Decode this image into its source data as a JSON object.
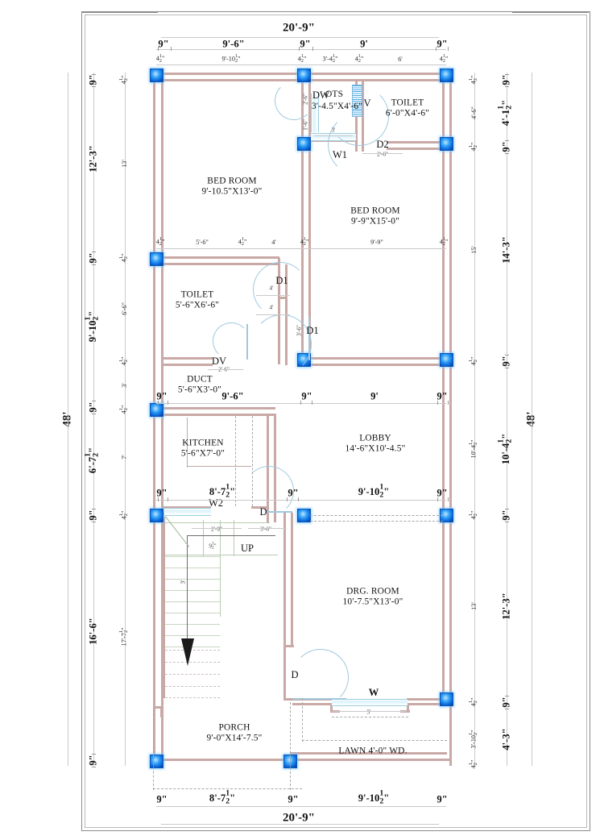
{
  "drawing": {
    "title_overall_width": "20'-9\"",
    "title_overall_depth": "48'"
  },
  "rooms": [
    {
      "id": "bedroom1",
      "name": "BED ROOM",
      "size": "9'-10.5\"X13'-0\""
    },
    {
      "id": "bedroom2",
      "name": "BED ROOM",
      "size": "9'-9\"X15'-0\""
    },
    {
      "id": "toilet1",
      "name": "TOILET",
      "size": "6'-0\"X4'-6\""
    },
    {
      "id": "toilet2",
      "name": "TOILET",
      "size": "5'-6\"X6'-6\""
    },
    {
      "id": "ots",
      "name": "OTS",
      "size": "3'-4.5\"X4'-6\""
    },
    {
      "id": "duct",
      "name": "DUCT",
      "size": "5'-6\"X3'-0\""
    },
    {
      "id": "kitchen",
      "name": "KITCHEN",
      "size": "5'-6\"X7'-0\""
    },
    {
      "id": "lobby",
      "name": "LOBBY",
      "size": "14'-6\"X10'-4.5\""
    },
    {
      "id": "drawing_room",
      "name": "DRG. ROOM",
      "size": "10'-7.5\"X13'-0\""
    },
    {
      "id": "porch",
      "name": "PORCH",
      "size": "9'-0\"X14'-7.5\""
    }
  ],
  "labels": {
    "lawn": "LAWN 4'-0\" WD.",
    "up": "UP",
    "door_dw": "DW",
    "door_d1_a": "D1",
    "door_d1_b": "D1",
    "door_d2": "D2",
    "door_dv": "DV",
    "door_d_kitchen": "D",
    "door_d_drg": "D",
    "window_w1": "W1",
    "window_w2": "W2",
    "window_w": "W",
    "vent_v": "V"
  },
  "inline_dims": {
    "dw_width": "2'-6\"",
    "dw_offset": "1'-6\"",
    "w1_width": "3'",
    "d2_width": "2'-6\"",
    "d1a_width": "4'",
    "d1b_width": "4'",
    "d1b_height": "3'-6\"",
    "dv_width": "2'-6\"",
    "w2_width": "2'-9\"",
    "d_kitchen_width": "3'-6\"",
    "stair_tread": "9½\"",
    "stair_width": "3'",
    "stair_run_arrow": "3'",
    "window_w_width": "5'"
  },
  "dims_top_overall": "20'-9\"",
  "dims_top_row1": [
    "9\"",
    "9'-6\"",
    "9\"",
    "9'",
    "9\""
  ],
  "dims_top_row2": [
    "4½\"",
    "9'-10½\"",
    "4½\"",
    "3'-4½\"",
    "4½\"",
    "6'",
    "4½\""
  ],
  "dims_bottom_row1": [
    "9\"",
    "8'-7½\"",
    "9\"",
    "9'-10½\"",
    "9\""
  ],
  "dims_bottom_overall": "20'-9\"",
  "dims_mid_row_duct": [
    "9\"",
    "9'-6\"",
    "9\"",
    "9'",
    "9\""
  ],
  "dims_mid_row_kitchen": [
    "9\"",
    "8'-7½\"",
    "9\"",
    "9'-10½\"",
    "9\""
  ],
  "dims_mid_row_toilet": [
    "4½\"",
    "5'-6\"",
    "4½\"",
    "4'",
    "4½\"",
    "9'-9\"",
    "4½\""
  ],
  "dims_left_overall": "48'",
  "dims_left_col_outer": [
    "9\"",
    "12'-3\"",
    "9\"",
    "9'-10½\"",
    "9\"",
    "6'-7½\"",
    "9\"",
    "16'-6\"",
    "9\""
  ],
  "dims_left_col_inner": [
    "4½\"",
    "13'",
    "4½\"",
    "6'-6\"",
    "4½\"",
    "3'",
    "4½\"",
    "7'",
    "4½\"",
    "17'-7½\""
  ],
  "dims_right_overall": "48'",
  "dims_right_col_outer": [
    "9\"",
    "4'-1½\"",
    "9\"",
    "14'-3\"",
    "9\"",
    "10'-4½\"",
    "9\"",
    "12'-3\"",
    "9\"",
    "4'-3\""
  ],
  "dims_right_col_inner": [
    "4½\"",
    "4'-6\"",
    "4½\"",
    "15'",
    "4½\"",
    "10'-4½\"",
    "4½\"",
    "13'",
    "4½\"",
    "3'-10½\"",
    "4½\""
  ],
  "colors": {
    "wall": "#c9a9a6",
    "column": "#0a63d6",
    "window": "#d9f1fb",
    "door_swing": "#9ec8de",
    "dimension_line": "#c9c9c9",
    "stair_tread": "#c6d6bf",
    "text": "#111111"
  }
}
